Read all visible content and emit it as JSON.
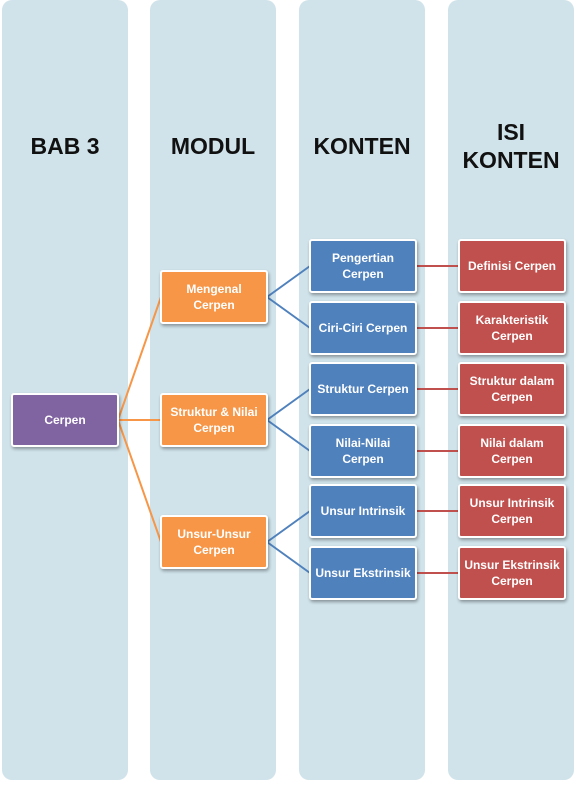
{
  "columns": {
    "bab": "BAB 3",
    "modul": "MODUL",
    "konten": "KONTEN",
    "isi_konten": "ISI\nKONTEN"
  },
  "root": {
    "label": "Cerpen"
  },
  "modules": [
    {
      "label": "Mengenal\nCerpen"
    },
    {
      "label": "Struktur  & Nilai\nCerpen"
    },
    {
      "label": "Unsur-Unsur\nCerpen"
    }
  ],
  "contents": [
    {
      "label": "Pengertian\nCerpen"
    },
    {
      "label": "Ciri-Ciri Cerpen"
    },
    {
      "label": "Struktur Cerpen"
    },
    {
      "label": "Nilai-Nilai\nCerpen"
    },
    {
      "label": "Unsur Intrinsik"
    },
    {
      "label": "Unsur Ekstrinsik"
    }
  ],
  "details": [
    {
      "label": "Definisi Cerpen"
    },
    {
      "label": "Karakteristik\nCerpen"
    },
    {
      "label": "Struktur dalam\nCerpen"
    },
    {
      "label": "Nilai dalam\nCerpen"
    },
    {
      "label": "Unsur Intrinsik\nCerpen"
    },
    {
      "label": "Unsur Ekstrinsik\nCerpen"
    }
  ],
  "colors": {
    "column_bg": "#d0e3ea",
    "root": "#8064a2",
    "module": "#f79646",
    "content": "#4f81bd",
    "detail": "#c0504d"
  }
}
